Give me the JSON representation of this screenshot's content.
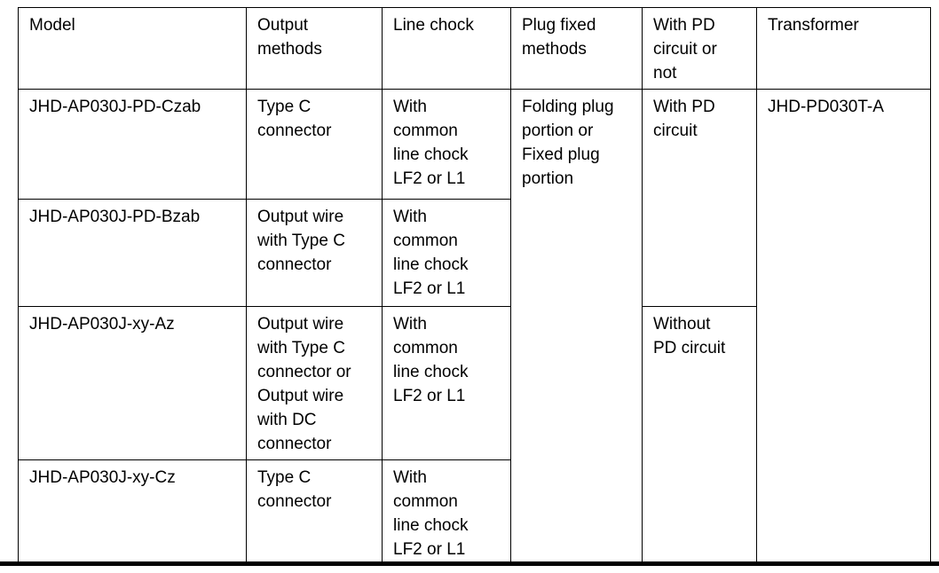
{
  "page": {
    "background_color": "#ffffff",
    "text_color": "#000000",
    "border_color": "#000000"
  },
  "table": {
    "headers": [
      {
        "id": "model",
        "label": "Model"
      },
      {
        "id": "output-methods",
        "label": "Output\nmethods"
      },
      {
        "id": "line-chock",
        "label": "Line chock"
      },
      {
        "id": "plug-fixed-methods",
        "label": "Plug fixed\nmethods"
      },
      {
        "id": "pd-circuit-or-not",
        "label": "With PD\ncircuit or\nnot"
      },
      {
        "id": "transformer",
        "label": "Transformer"
      }
    ],
    "rows": [
      {
        "model": "JHD-AP030J-PD-Czab",
        "output_methods": "Type C\nconnector",
        "line_chock": "With\ncommon\nline chock\nLF2 or L1"
      },
      {
        "model": "JHD-AP030J-PD-Bzab",
        "output_methods": "Output wire\nwith Type C\nconnector",
        "line_chock": "With\ncommon\nline chock\nLF2 or L1"
      },
      {
        "model": "JHD-AP030J-xy-Az",
        "output_methods": "Output wire\nwith Type C\nconnector or\nOutput wire\nwith DC\nconnector",
        "line_chock": "With\ncommon\nline chock\nLF2 or L1"
      },
      {
        "model": "JHD-AP030J-xy-Cz",
        "output_methods": "Type C\nconnector",
        "line_chock": "With\ncommon\nline chock\nLF2 or L1"
      }
    ],
    "merged_cells": {
      "plug_fixed_methods": "Folding plug\nportion or\nFixed plug\nportion",
      "with_pd_circuit": "With PD\ncircuit",
      "without_pd_circuit": "Without\nPD circuit",
      "transformer": "JHD-PD030T-A"
    }
  }
}
